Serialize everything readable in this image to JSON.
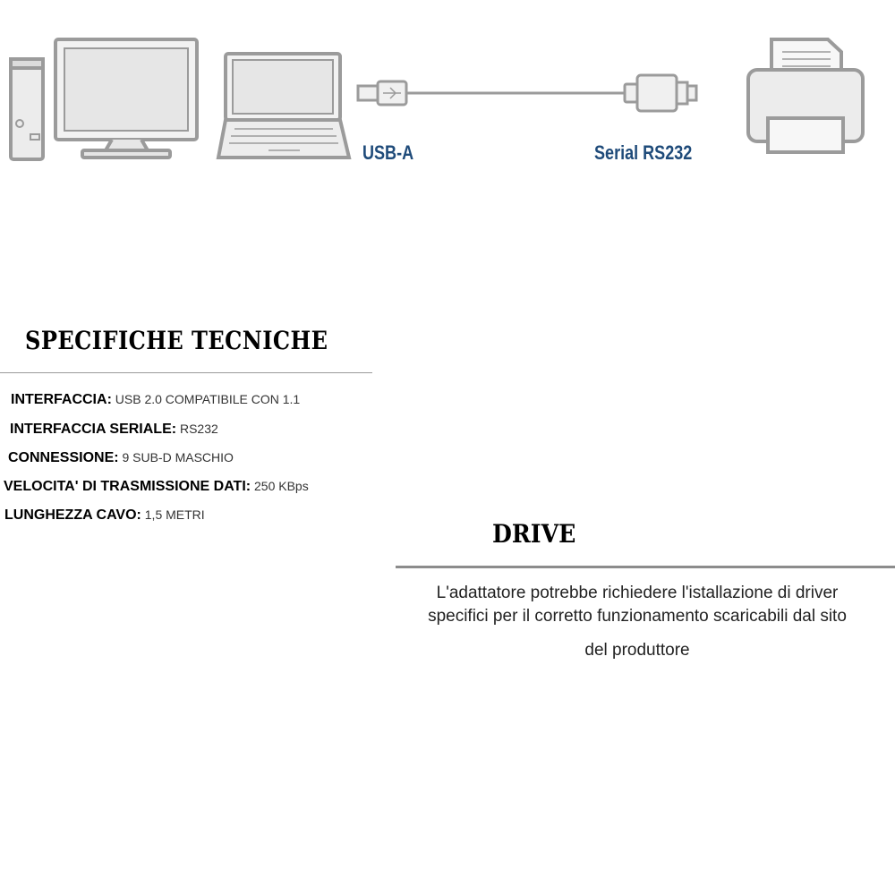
{
  "diagram": {
    "usb_label": "USB-A",
    "serial_label": "Serial RS232",
    "icons": [
      "desktop-tower-icon",
      "monitor-icon",
      "laptop-icon",
      "usb-a-connector-icon",
      "db9-serial-connector-icon",
      "printer-icon"
    ],
    "colors": {
      "label": "#1f4b7a",
      "icon_stroke": "#9b9b9b",
      "icon_fill": "#e8e8e8"
    }
  },
  "specs": {
    "title": "SPECIFICHE TECNICHE",
    "rows": [
      {
        "label": "INTERFACCIA",
        "sep": ":",
        "value": " USB 2.0 COMPATIBILE CON 1.1"
      },
      {
        "label": "INTERFACCIA SERIALE:",
        "sep": "",
        "value": " RS232"
      },
      {
        "label": "CONNESSIONE:",
        "sep": "",
        "value": " 9 SUB-D MASCHIO"
      },
      {
        "label": "VELOCITA' DI TRASMISSIONE DATI:",
        "sep": "",
        "value": " 250 KBps"
      },
      {
        "label": "LUNGHEZZA CAVO:",
        "sep": "",
        "value": " 1,5 METRI"
      }
    ]
  },
  "drive": {
    "title": "DRIVE",
    "line1": "L'adattatore potrebbe richiedere l'istallazione di driver",
    "line2": "specifici per il corretto funzionamento scaricabili dal sito",
    "line3": "del produttore"
  }
}
